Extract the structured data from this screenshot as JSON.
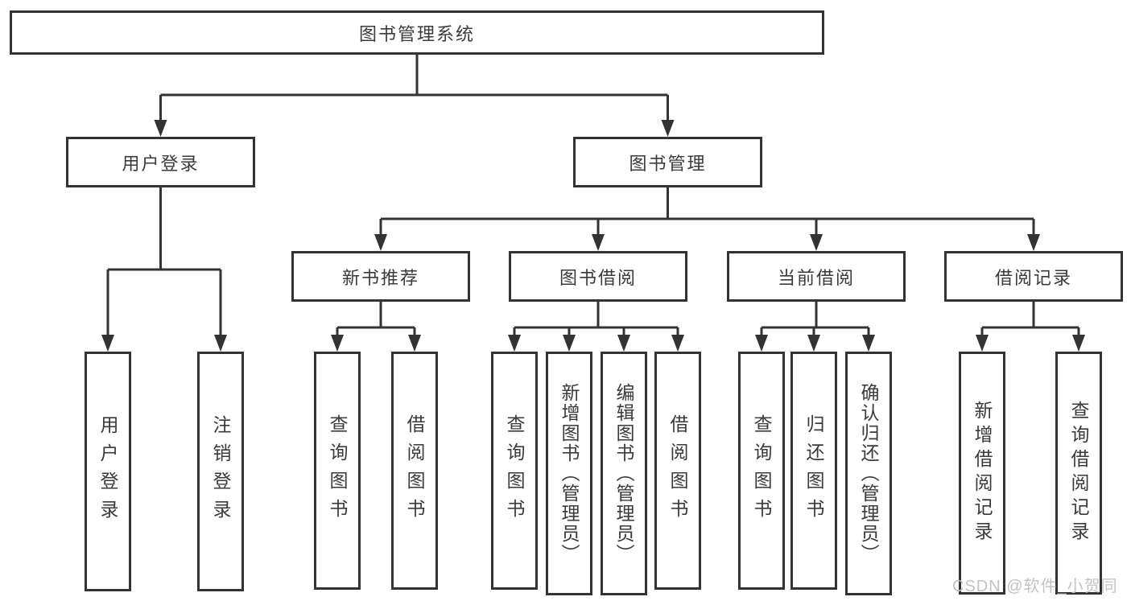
{
  "diagram": {
    "type": "hierarchy",
    "colors": {
      "line": "#333333",
      "text": "#3a3a3a",
      "background": "#ffffff",
      "watermark": "#c3c3c3"
    },
    "tree": {
      "label": "图书管理系统",
      "children": [
        {
          "label": "用户登录",
          "children": [
            {
              "label": "用户登录"
            },
            {
              "label": "注销登录"
            }
          ]
        },
        {
          "label": "图书管理",
          "children": [
            {
              "label": "新书推荐",
              "children": [
                {
                  "label": "查询图书"
                },
                {
                  "label": "借阅图书"
                }
              ]
            },
            {
              "label": "图书借阅",
              "children": [
                {
                  "label": "查询图书"
                },
                {
                  "label": "新增图书（管理员）"
                },
                {
                  "label": "编辑图书（管理员）"
                },
                {
                  "label": "借阅图书"
                }
              ]
            },
            {
              "label": "当前借阅",
              "children": [
                {
                  "label": "查询图书"
                },
                {
                  "label": "归还图书"
                },
                {
                  "label": "确认归还（管理员）"
                }
              ]
            },
            {
              "label": "借阅记录",
              "children": [
                {
                  "label": "新增借阅记录"
                },
                {
                  "label": "查询借阅记录"
                }
              ]
            }
          ]
        }
      ]
    }
  },
  "watermark": {
    "text": "CSDN @软件_小贺同学"
  }
}
